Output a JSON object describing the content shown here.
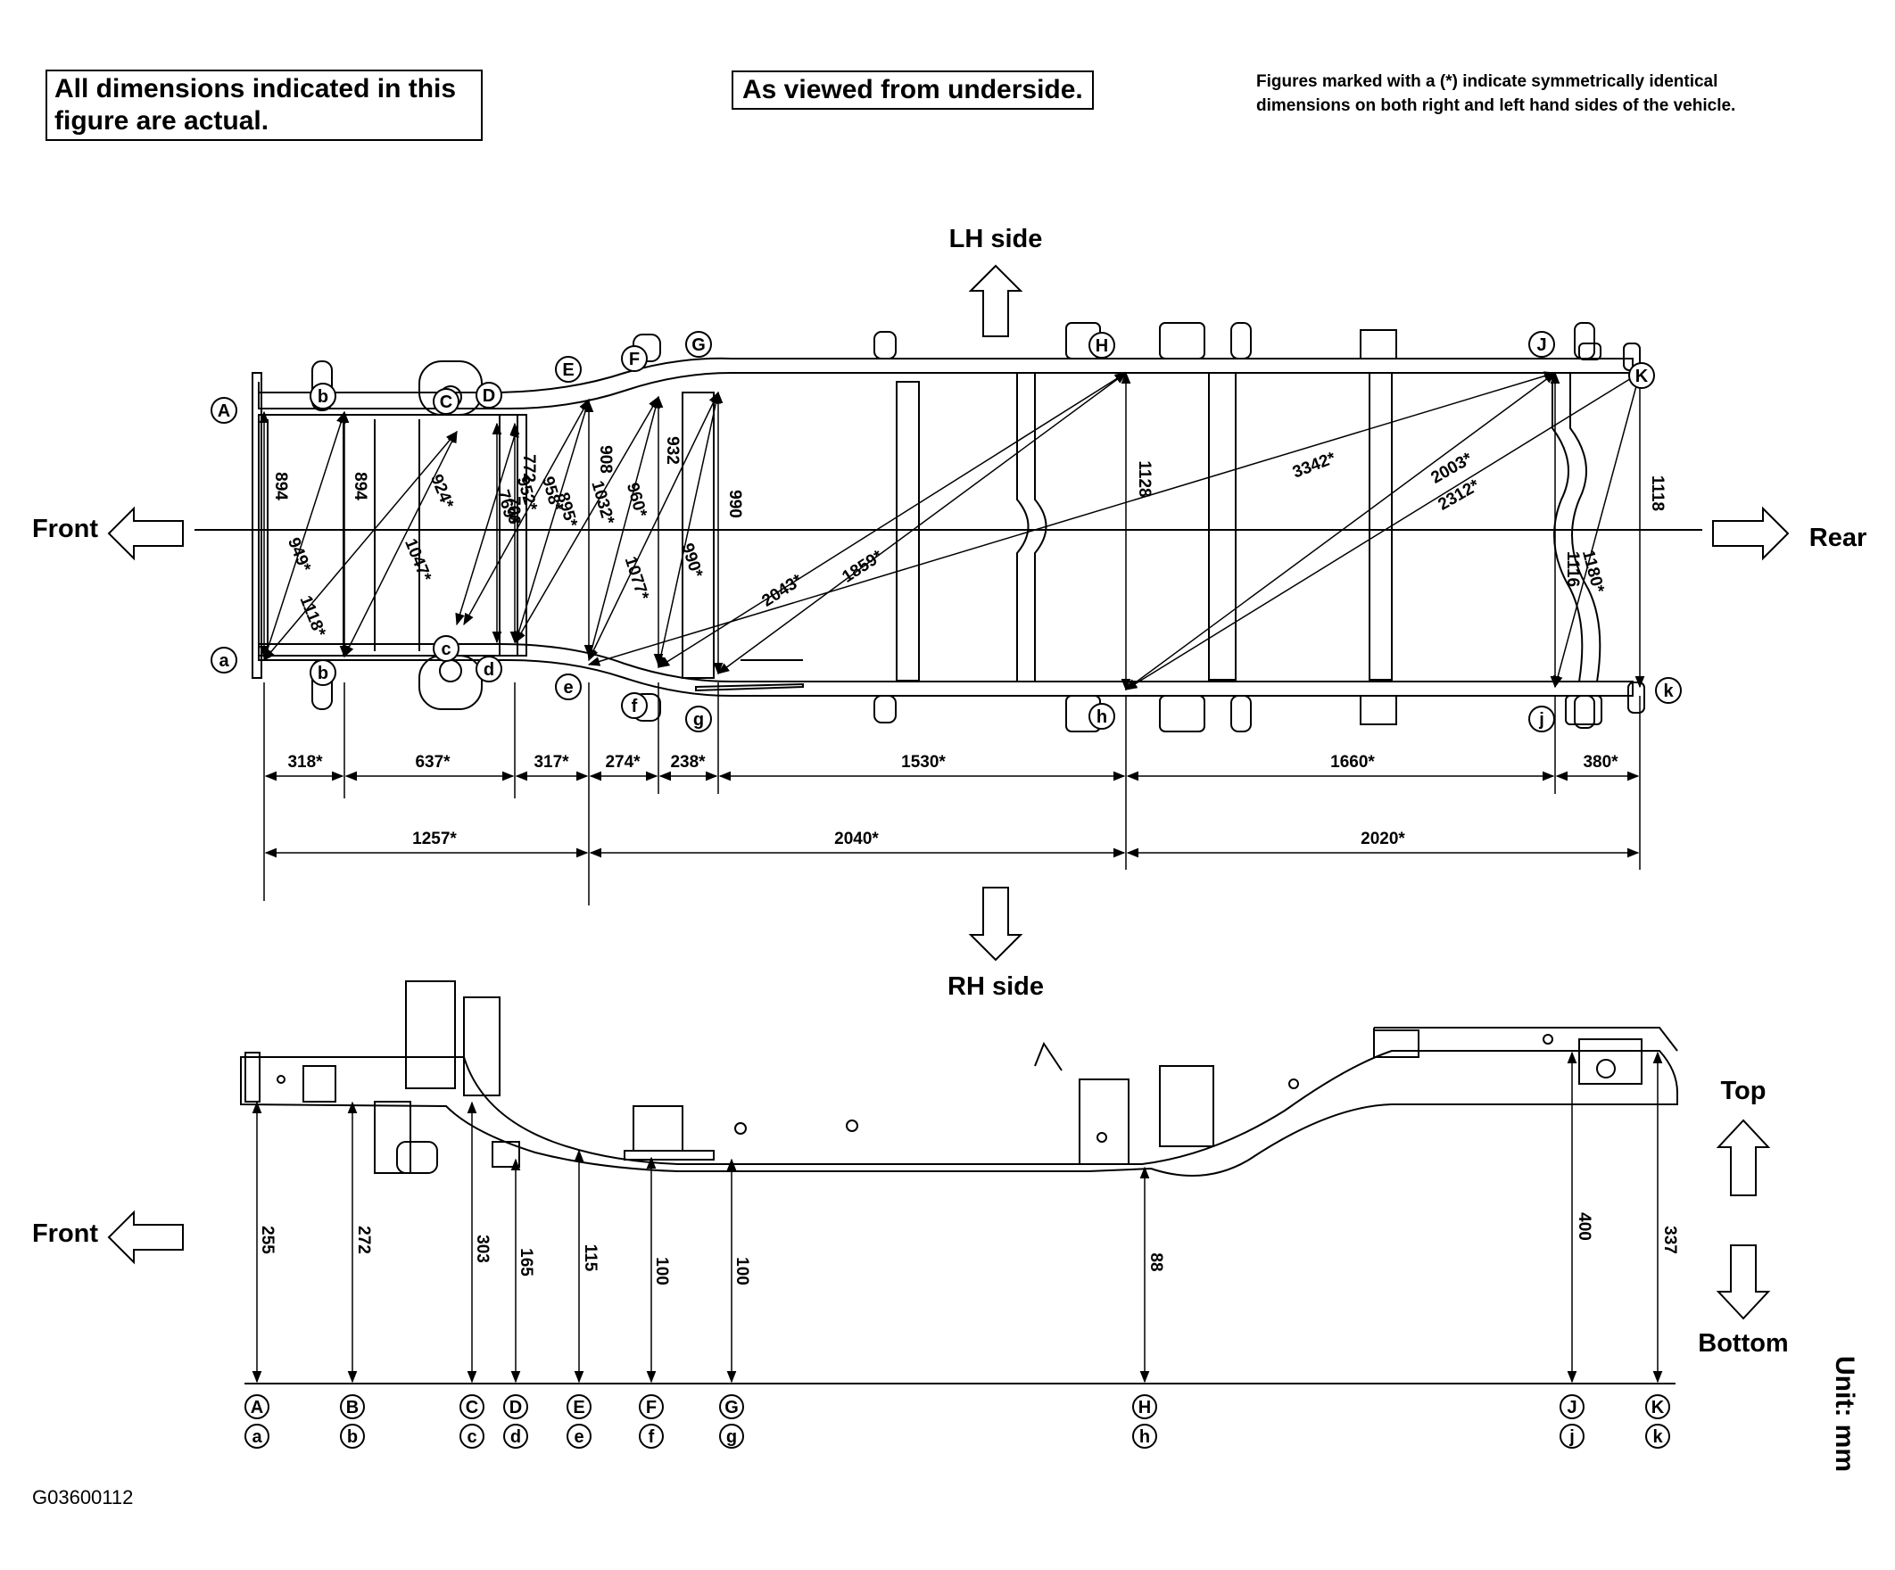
{
  "notes": {
    "actual_line1": "All dimensions indicated in this",
    "actual_line2": "figure are actual.",
    "view": "As viewed from underside.",
    "sym_line1": "Figures marked with a (*) indicate symmetrically identical",
    "sym_line2": "dimensions on both right and left hand sides of the vehicle."
  },
  "figure_id": "G03600112",
  "unit": "Unit: mm",
  "top_view": {
    "lh_side": "LH side",
    "rh_side": "RH side",
    "front": "Front",
    "rear": "Rear",
    "upper_points": [
      "A",
      "b",
      "C",
      "D",
      "E",
      "F",
      "G",
      "H",
      "J",
      "K"
    ],
    "lower_points": [
      "a",
      "b",
      "c",
      "d",
      "e",
      "f",
      "g",
      "h",
      "j",
      "k"
    ],
    "widths": [
      "894",
      "894",
      "772",
      "706",
      "908",
      "932",
      "990",
      "1128",
      "1116",
      "1118"
    ],
    "diagonals": [
      "949*",
      "1118*",
      "924*",
      "1047*",
      "769*",
      "952*",
      "958*",
      "895*",
      "1032*",
      "960*",
      "1077*",
      "990*",
      "2043*",
      "1859*",
      "3342*",
      "2003*",
      "2312*",
      "1180*"
    ],
    "spacing": [
      "318*",
      "637*",
      "317*",
      "274*",
      "238*",
      "1530*",
      "1660*",
      "380*"
    ],
    "spacing_totals": [
      "1257*",
      "2040*",
      "2020*"
    ]
  },
  "side_view": {
    "front": "Front",
    "top": "Top",
    "bottom": "Bottom",
    "heights": [
      "255",
      "272",
      "303",
      "165",
      "115",
      "100",
      "100",
      "88",
      "400",
      "337"
    ],
    "points_upper": [
      "A",
      "B",
      "C",
      "D",
      "E",
      "F",
      "G",
      "H",
      "J",
      "K"
    ],
    "points_lower": [
      "a",
      "b",
      "c",
      "d",
      "e",
      "f",
      "g",
      "h",
      "j",
      "k"
    ]
  }
}
